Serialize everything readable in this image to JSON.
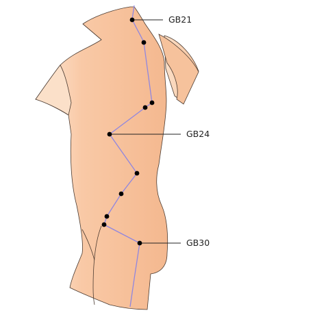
{
  "figure": {
    "labels": {
      "gb21": "GB21",
      "gb24": "GB24",
      "gb30": "GB30"
    },
    "colors": {
      "skin_light": "#fde6d4",
      "skin_mid": "#f9c9a6",
      "skin_dark": "#f1b48a",
      "outline": "#4a3a30",
      "meridian": "#8f86e0",
      "point": "#000000",
      "leader": "#222222"
    }
  }
}
